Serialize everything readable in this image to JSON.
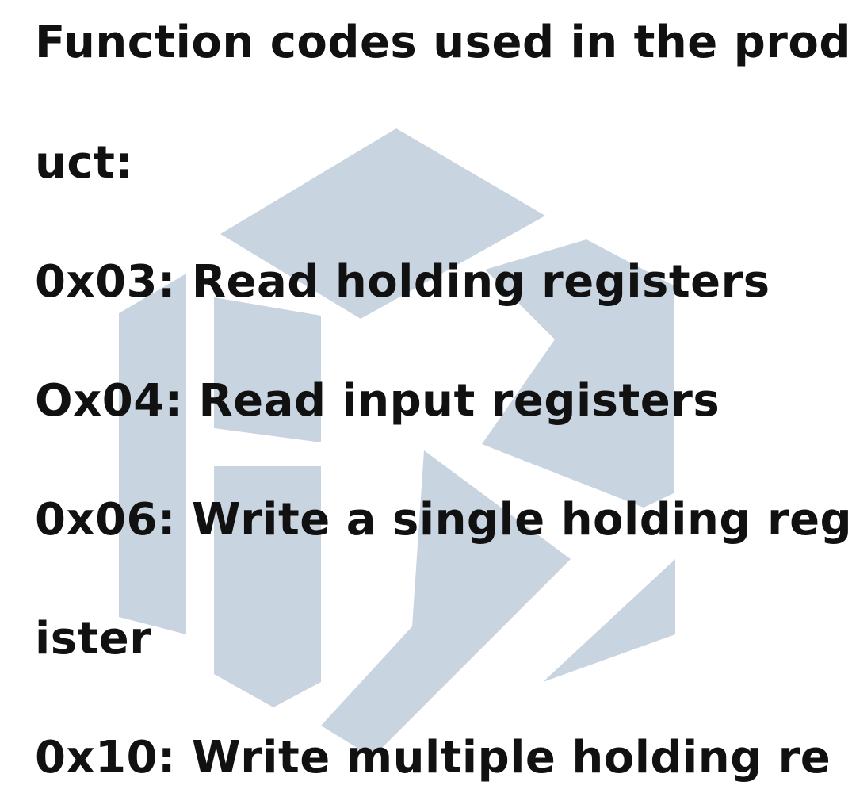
{
  "watermark": {
    "icon": "hs-logo-watermark",
    "color": "#c9d4e1"
  },
  "content": {
    "lines": [
      "Function codes used in the prod",
      "uct:",
      "0x03: Read holding registers",
      "Ox04: Read input registers",
      "0x06: Write a single holding reg",
      "ister",
      "0x10: Write multiple holding re"
    ]
  }
}
